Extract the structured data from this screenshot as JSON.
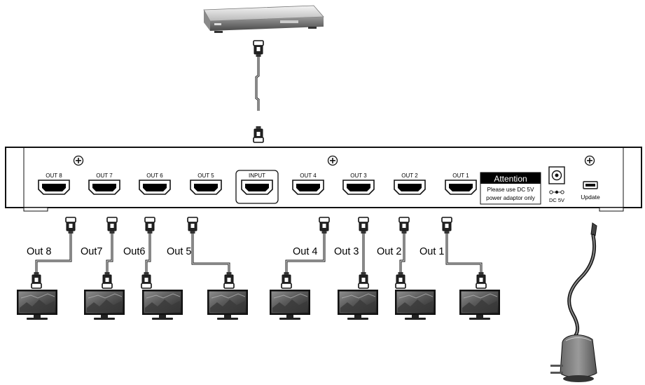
{
  "splitter": {
    "ports": [
      {
        "label": "OUT 8"
      },
      {
        "label": "OUT 7"
      },
      {
        "label": "OUT 6"
      },
      {
        "label": "OUT 5"
      },
      {
        "label": "INPUT"
      },
      {
        "label": "OUT 4"
      },
      {
        "label": "OUT 3"
      },
      {
        "label": "OUT 2"
      },
      {
        "label": "OUT 1"
      }
    ],
    "attention": {
      "title": "Attention",
      "line1": "Please use DC 5V",
      "line2": "power adaptor only"
    },
    "dc_label": "DC 5V",
    "update_label": "Update"
  },
  "outputs": [
    {
      "label": "Out 8"
    },
    {
      "label": "Out7"
    },
    {
      "label": "Out6"
    },
    {
      "label": "Out 5"
    },
    {
      "label": "Out 4"
    },
    {
      "label": "Out 3"
    },
    {
      "label": "Out 2"
    },
    {
      "label": "Out 1"
    }
  ],
  "icons": [
    "blu-ray-player-icon",
    "hdmi-connector-icon",
    "tv-monitor-icon",
    "power-adapter-icon",
    "mounting-screw-icon",
    "usb-port-icon",
    "dc-jack-icon"
  ]
}
